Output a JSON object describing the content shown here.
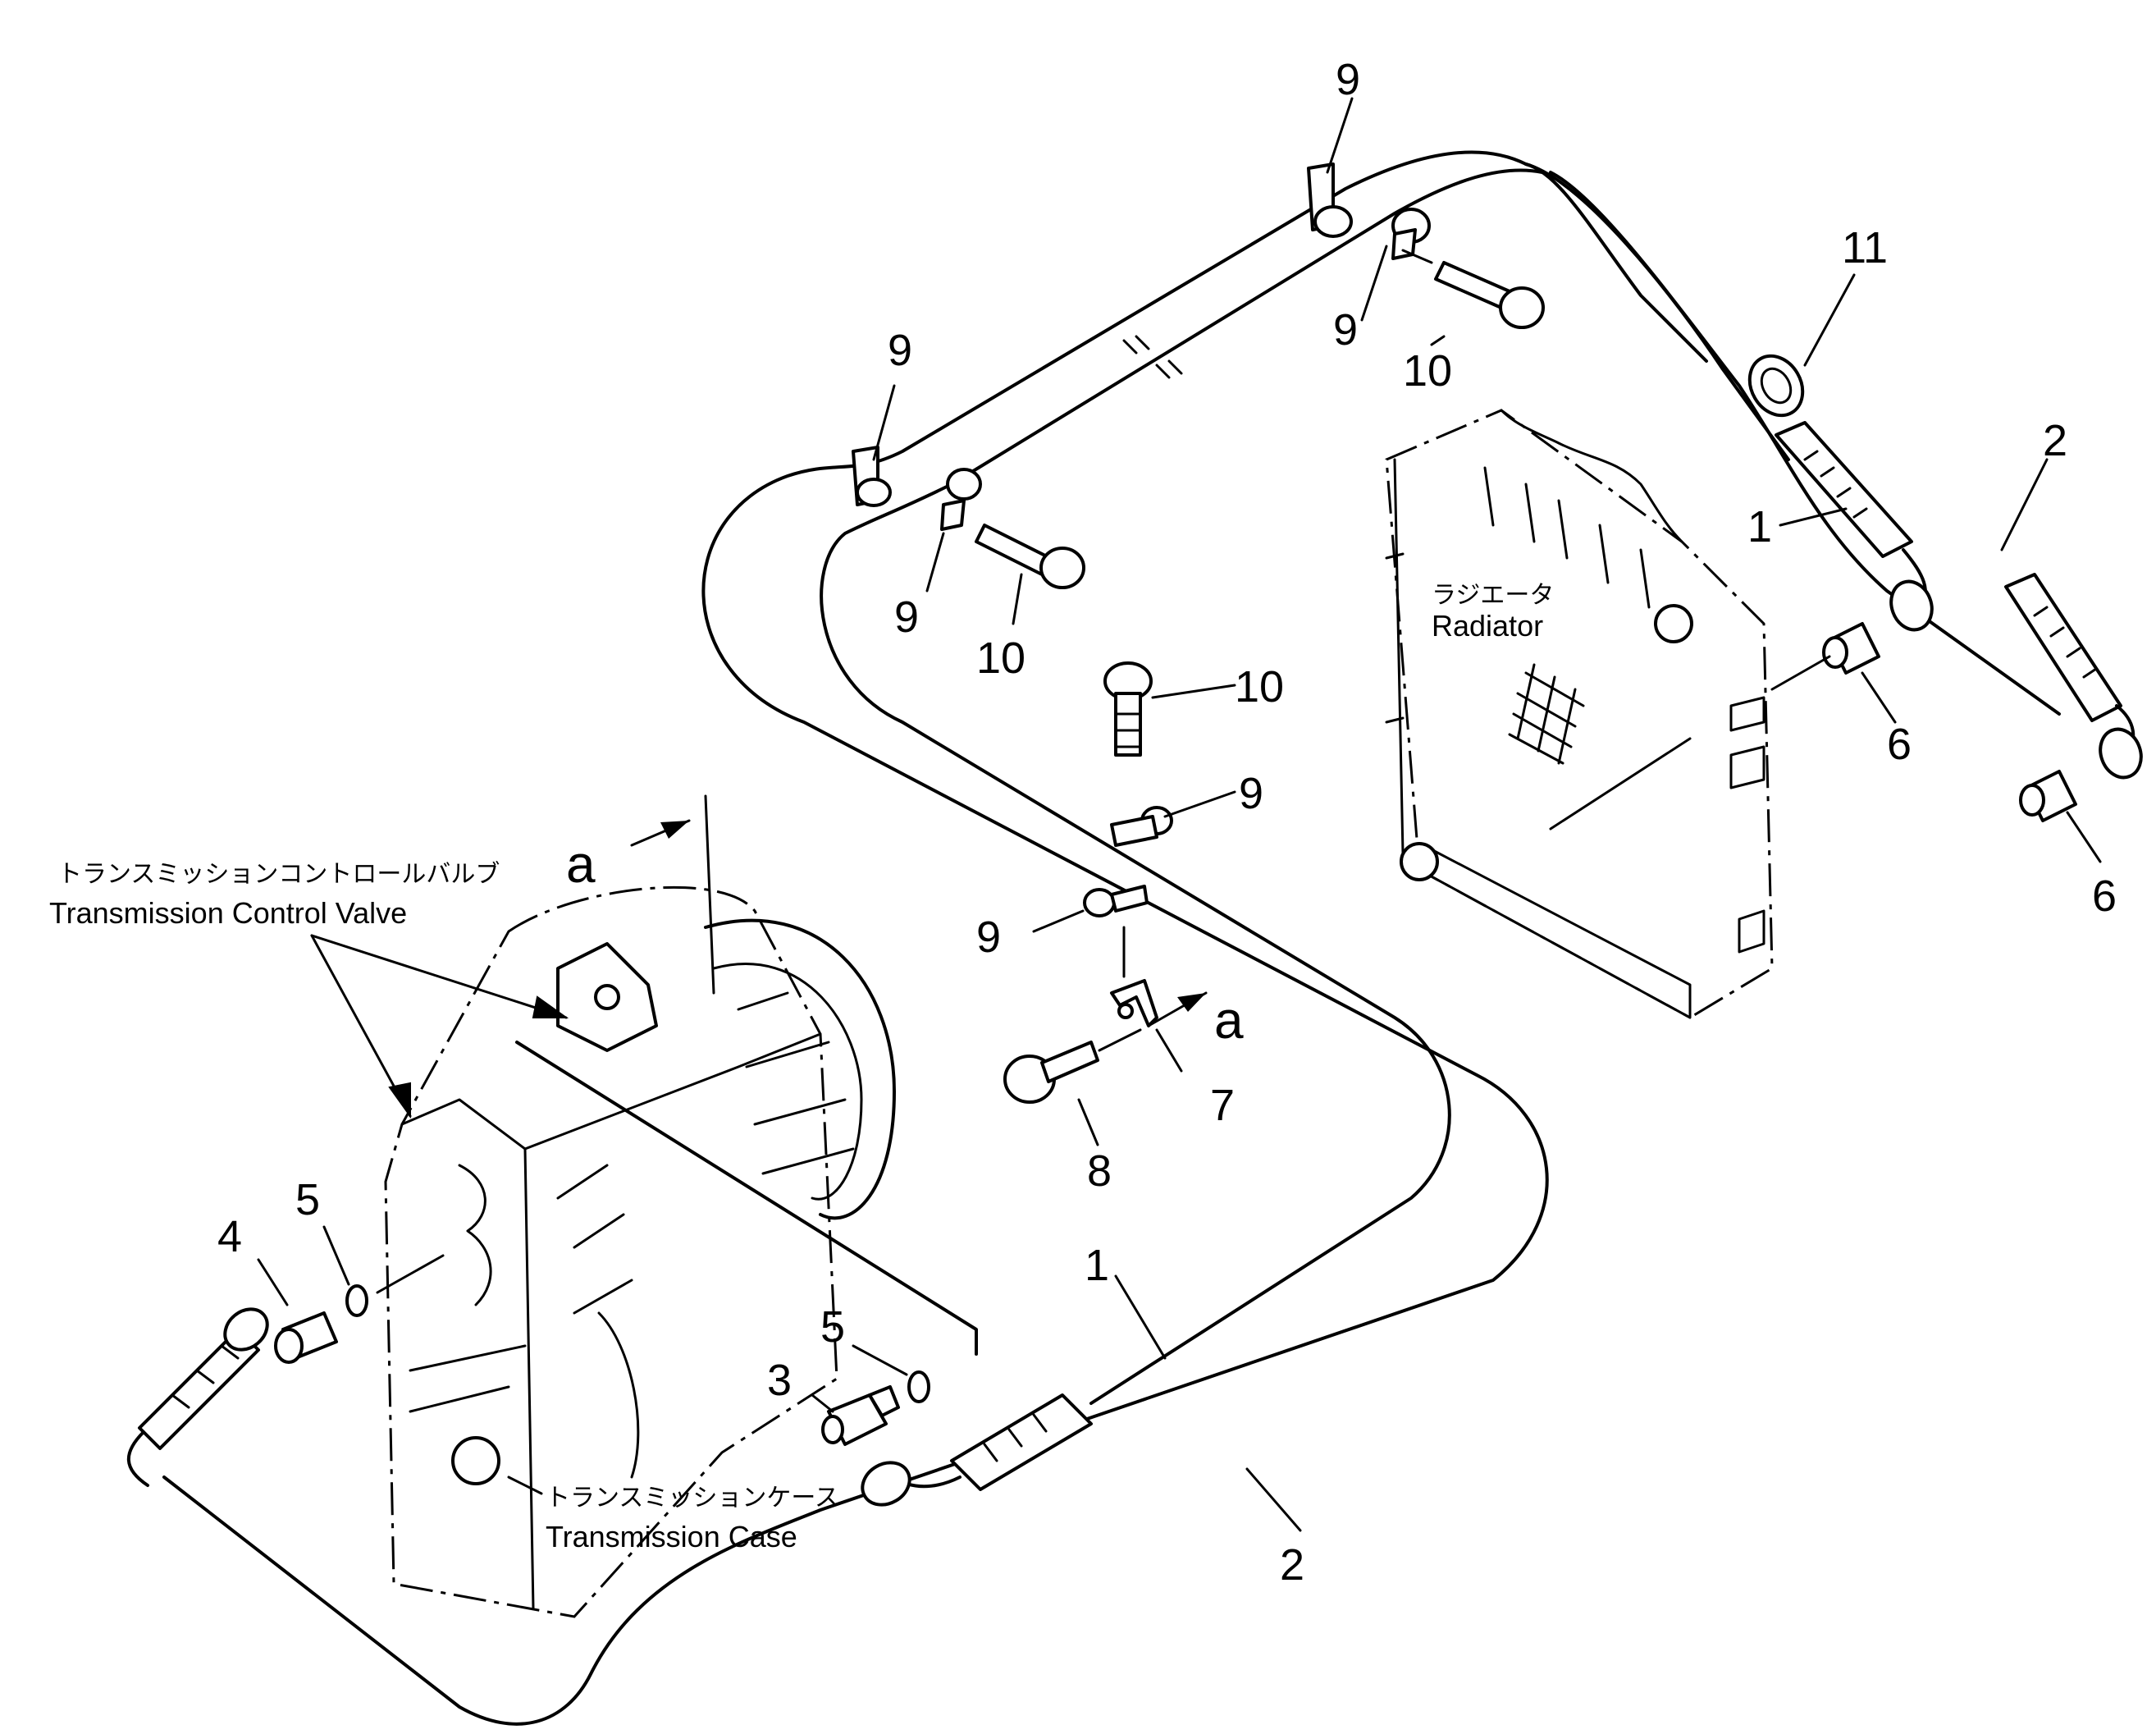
{
  "part_numbers": {
    "p1": "1",
    "p2": "2",
    "p3": "3",
    "p4": "4",
    "p5": "5",
    "p6": "6",
    "p7": "7",
    "p8": "8",
    "p9": "9",
    "p10": "10",
    "p11": "11"
  },
  "section_marker": "a",
  "labels": {
    "control_valve_jp": "トランスミッションコントロールバルブ",
    "control_valve_en": "Transmission Control Valve",
    "radiator_jp": "ラジエータ",
    "radiator_en": "Radiator",
    "case_jp": "トランスミッションケース",
    "case_en": "Transmission Case"
  }
}
